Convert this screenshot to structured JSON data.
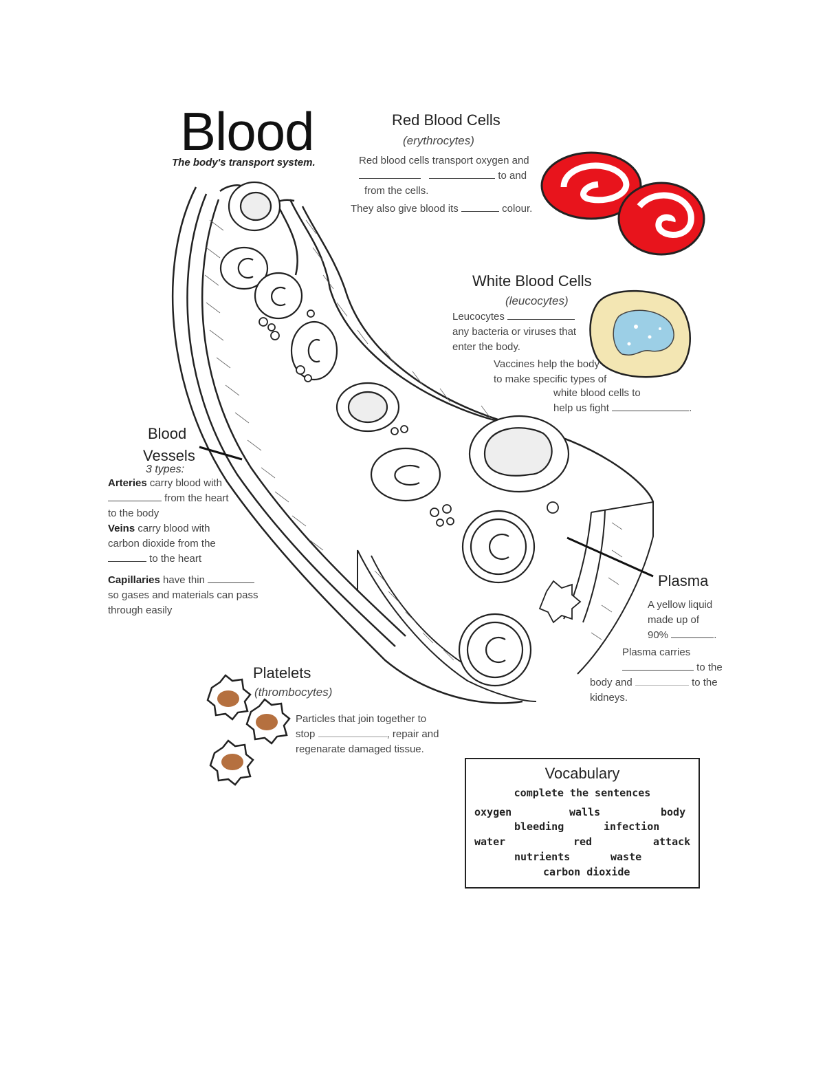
{
  "header": {
    "title": "Blood",
    "subtitle": "The body's transport system."
  },
  "red_blood_cells": {
    "heading": "Red Blood Cells",
    "latin": "(erythrocytes)",
    "line1": "Red blood cells transport oxygen and",
    "line2_end": "to and",
    "line3": "from the cells.",
    "line4_start": "They also give blood its",
    "line4_end": "colour."
  },
  "white_blood_cells": {
    "heading": "White Blood Cells",
    "latin": "(leucocytes)",
    "line1_start": "Leucocytes",
    "line2": "any bacteria or viruses that",
    "line3": "enter the body.",
    "line4": "Vaccines help the body",
    "line5": "to make specific types of",
    "line6": "white blood cells to",
    "line7_start": "help us fight",
    "line7_end": "."
  },
  "blood_vessels": {
    "heading1": "Blood",
    "heading2": "Vessels",
    "types": "3 types:",
    "arteries_bold": "Arteries",
    "arteries_text": "carry blood with",
    "arteries_line2_end": "from the heart",
    "arteries_line3": "to the body",
    "veins_bold": "Veins",
    "veins_text": "carry blood with",
    "veins_line2": "carbon dioxide from the",
    "veins_line3_end": "to the heart",
    "capillaries_bold": "Capillaries",
    "capillaries_text": "have thin",
    "capillaries_line2": "so gases and materials can pass",
    "capillaries_line3": "through easily"
  },
  "plasma": {
    "heading": "Plasma",
    "line1": "A yellow liquid",
    "line2": "made up of",
    "line3_start": "90%",
    "line3_end": ".",
    "line4": "Plasma carries",
    "line5_end": "to the",
    "line6_start": "body and",
    "line6_end": "to the",
    "line7": "kidneys."
  },
  "platelets": {
    "heading": "Platelets",
    "latin": "(thrombocytes)",
    "line1": "Particles that join together to",
    "line2_start": "stop",
    "line2_end": ", repair and",
    "line3": "regenarate damaged tissue."
  },
  "vocabulary": {
    "title": "Vocabulary",
    "subtitle": "complete the sentences",
    "words": [
      "oxygen",
      "walls",
      "body",
      "bleeding",
      "infection",
      "water",
      "red",
      "attack",
      "nutrients",
      "waste",
      "carbon dioxide"
    ]
  },
  "colors": {
    "rbc_red": "#e8141c",
    "wbc_yellow": "#f3e6b3",
    "wbc_blue": "#9ccfe6",
    "platelet_brown": "#b5703f"
  }
}
